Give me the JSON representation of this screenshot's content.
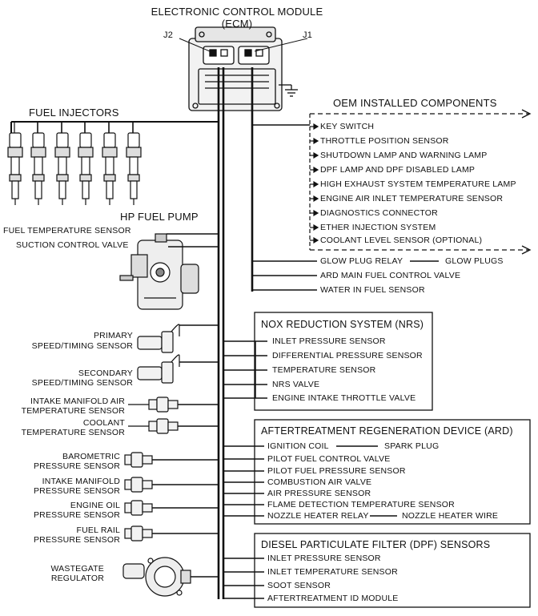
{
  "ecm": {
    "title_line1": "ELECTRONIC CONTROL MODULE",
    "title_line2": "(ECM)",
    "j2": "J2",
    "j1": "J1"
  },
  "fuel_injectors": {
    "label": "FUEL INJECTORS"
  },
  "hp_pump": {
    "label": "HP FUEL PUMP",
    "fuel_temp": "FUEL TEMPERATURE SENSOR",
    "suction": "SUCTION CONTROL VALVE"
  },
  "left_sensors": [
    [
      "PRIMARY",
      "SPEED/TIMING SENSOR"
    ],
    [
      "SECONDARY",
      "SPEED/TIMING SENSOR"
    ],
    [
      "INTAKE MANIFOLD AIR",
      "TEMPERATURE SENSOR"
    ],
    [
      "COOLANT",
      "TEMPERATURE SENSOR"
    ],
    [
      "BAROMETRIC",
      "PRESSURE SENSOR"
    ],
    [
      "INTAKE MANIFOLD",
      "PRESSURE SENSOR"
    ],
    [
      "ENGINE OIL",
      "PRESSURE SENSOR"
    ],
    [
      "FUEL RAIL",
      "PRESSURE SENSOR"
    ],
    [
      "WASTEGATE",
      "REGULATOR"
    ]
  ],
  "oem": {
    "header": "OEM INSTALLED COMPONENTS",
    "items": [
      "KEY SWITCH",
      "THROTTLE POSITION SENSOR",
      "SHUTDOWN LAMP AND WARNING LAMP",
      "DPF LAMP AND DPF DISABLED LAMP",
      "HIGH EXHAUST SYSTEM TEMPERATURE LAMP",
      "ENGINE AIR INLET TEMPERATURE SENSOR",
      "DIAGNOSTICS CONNECTOR",
      "ETHER INJECTION SYSTEM",
      "COOLANT LEVEL SENSOR (OPTIONAL)"
    ]
  },
  "direct": {
    "glow_relay": "GLOW PLUG RELAY",
    "glow_plugs": "GLOW PLUGS",
    "ard_main": "ARD MAIN FUEL CONTROL VALVE",
    "wif": "WATER IN FUEL SENSOR"
  },
  "nrs": {
    "title": "NOX REDUCTION SYSTEM (NRS)",
    "items": [
      "INLET PRESSURE SENSOR",
      "DIFFERENTIAL PRESSURE SENSOR",
      "TEMPERATURE SENSOR",
      "NRS VALVE",
      "ENGINE INTAKE THROTTLE VALVE"
    ]
  },
  "ard": {
    "title": "AFTERTREATMENT REGENERATION DEVICE (ARD)",
    "ignition": "IGNITION COIL",
    "spark": "SPARK PLUG",
    "items": [
      "PILOT FUEL CONTROL VALVE",
      "PILOT FUEL PRESSURE SENSOR",
      "COMBUSTION AIR VALVE",
      "AIR PRESSURE SENSOR",
      "FLAME DETECTION TEMPERATURE SENSOR"
    ],
    "nozzle_relay": "NOZZLE HEATER RELAY",
    "nozzle_wire": "NOZZLE HEATER WIRE"
  },
  "dpf": {
    "title": "DIESEL PARTICULATE FILTER (DPF) SENSORS",
    "items": [
      "INLET PRESSURE SENSOR",
      "INLET TEMPERATURE SENSOR",
      "SOOT SENSOR",
      "AFTERTREATMENT ID MODULE"
    ]
  }
}
